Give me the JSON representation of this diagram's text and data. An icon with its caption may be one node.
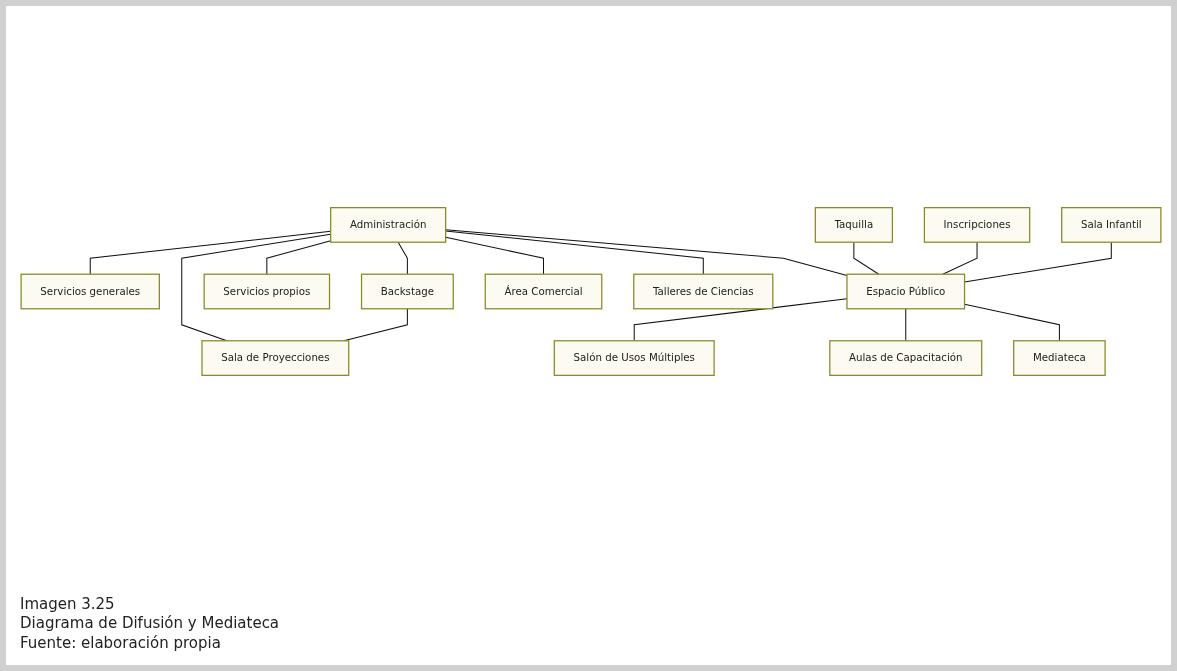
{
  "diagram": {
    "nodes": [
      {
        "text": [
          "Administración"
        ]
      },
      {
        "text": [
          "Servicios generales"
        ]
      },
      {
        "text": [
          "Backstage"
        ]
      },
      {
        "text": [
          "Taquilla"
        ]
      },
      {
        "text": [
          "Inscripciones"
        ]
      },
      {
        "text": [
          "Servicios propios"
        ]
      },
      {
        "text": [
          "Sala Infantil"
        ]
      },
      {
        "text": [
          "Salón de Usos Múltiples"
        ]
      },
      {
        "text": [
          "Sala de Proyecciones"
        ]
      },
      {
        "text": [
          "Espacio Público"
        ]
      },
      {
        "text": [
          "Aulas de Capacitación"
        ]
      },
      {
        "text": [
          "Mediateca"
        ]
      },
      {
        "text": [
          "Área Comercial"
        ]
      },
      {
        "text": [
          "Talleres de Ciencias"
        ]
      }
    ],
    "edges": [
      {
        "from": 0,
        "to": 1,
        "arrow": "none"
      },
      {
        "from": 0,
        "to": 2,
        "arrow": "none"
      },
      {
        "from": 0,
        "to": 8,
        "arrow": "none"
      },
      {
        "from": 0,
        "to": 9,
        "arrow": "none"
      },
      {
        "from": 0,
        "to": 12,
        "arrow": "none"
      },
      {
        "from": 0,
        "to": 5,
        "arrow": "none"
      },
      {
        "from": 0,
        "to": 13,
        "arrow": "none"
      },
      {
        "from": 2,
        "to": 8,
        "arrow": "none"
      },
      {
        "from": 3,
        "to": 9,
        "arrow": "none"
      },
      {
        "from": 4,
        "to": 9,
        "arrow": "none"
      },
      {
        "from": 6,
        "to": 9,
        "arrow": "none"
      },
      {
        "from": 9,
        "to": 7,
        "arrow": "none"
      },
      {
        "from": 9,
        "to": 10,
        "arrow": "none"
      },
      {
        "from": 9,
        "to": 11,
        "arrow": "none"
      }
    ],
    "labels": [
      "Imagen 3.25",
      "Diagrama de Difusión y Mediateca",
      "Fuente: elaboración propia"
    ]
  }
}
